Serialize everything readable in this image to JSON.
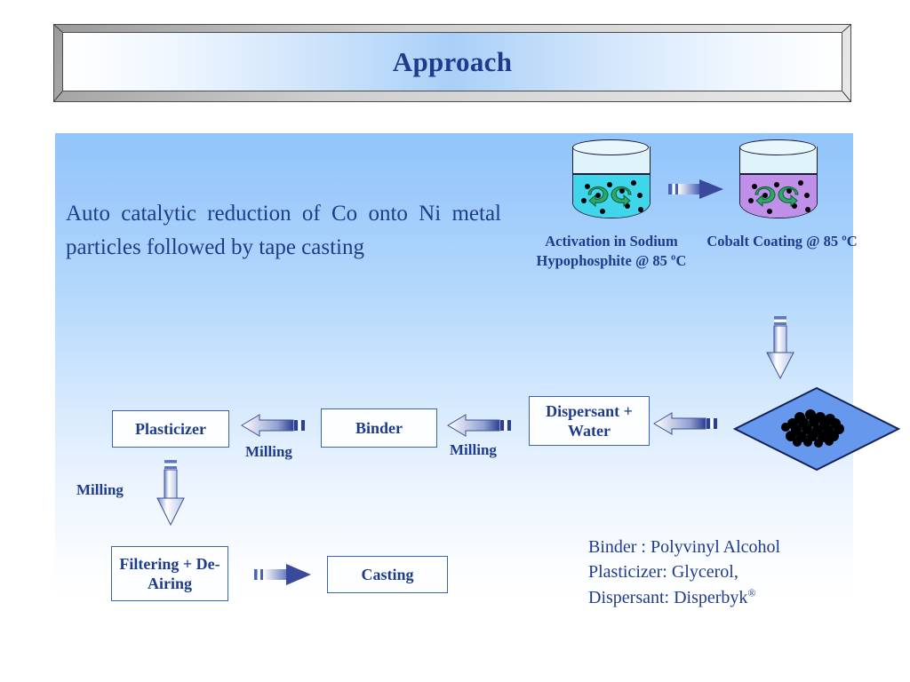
{
  "slide": {
    "title": "Approach",
    "intro_text": "Auto catalytic reduction of Co onto Ni metal particles followed by tape casting"
  },
  "colors": {
    "title_text": "#1F3C8C",
    "panel_top": "#92C5FA",
    "panel_bottom": "#FFFFFF",
    "box_border": "#3A62B8",
    "liquid_activation": "#3FD6EC",
    "liquid_cobalt": "#C08FE8",
    "stir_arrow": "#2EA86A",
    "diamond_fill": "#6699EE",
    "particle": "#000000"
  },
  "process": {
    "beakers": [
      {
        "id": "activation",
        "caption": "Activation in Sodium Hypophosphite @ 85 ºC",
        "liquid_color": "#3FD6EC",
        "icon": "beaker-icon"
      },
      {
        "id": "cobalt",
        "caption": "Cobalt Coating @ 85 ºC",
        "liquid_color": "#C08FE8",
        "icon": "beaker-icon"
      }
    ],
    "diamond": {
      "icon": "coated-particles-diamond-icon",
      "label": ""
    },
    "boxes": [
      {
        "id": "dispersant",
        "label": "Dispersant + Water"
      },
      {
        "id": "binder",
        "label": "Binder"
      },
      {
        "id": "plasticizer",
        "label": "Plasticizer"
      },
      {
        "id": "filtering",
        "label": "Filtering + De-Airing"
      },
      {
        "id": "casting",
        "label": "Casting"
      }
    ],
    "step_labels": [
      {
        "id": "milling-1",
        "label": "Milling"
      },
      {
        "id": "milling-2",
        "label": "Milling"
      },
      {
        "id": "milling-3",
        "label": "Milling"
      }
    ],
    "arrows": [
      {
        "id": "beaker-to-beaker",
        "direction": "right",
        "icon": "arrow-right-icon"
      },
      {
        "id": "beaker-to-diamond",
        "direction": "down",
        "icon": "arrow-down-icon"
      },
      {
        "id": "diamond-to-dispersant",
        "direction": "left",
        "icon": "arrow-left-icon"
      },
      {
        "id": "dispersant-to-binder",
        "direction": "left",
        "icon": "arrow-left-icon"
      },
      {
        "id": "binder-to-plasticizer",
        "direction": "left",
        "icon": "arrow-left-icon"
      },
      {
        "id": "plasticizer-to-filtering",
        "direction": "down",
        "icon": "arrow-down-icon"
      },
      {
        "id": "filtering-to-casting",
        "direction": "right",
        "icon": "arrow-right-icon"
      }
    ]
  },
  "legend": {
    "lines": [
      "Binder : Polyvinyl Alcohol",
      "Plasticizer: Glycerol,",
      "Dispersant: Disperbyk"
    ],
    "dispersant_superscript": "®"
  }
}
